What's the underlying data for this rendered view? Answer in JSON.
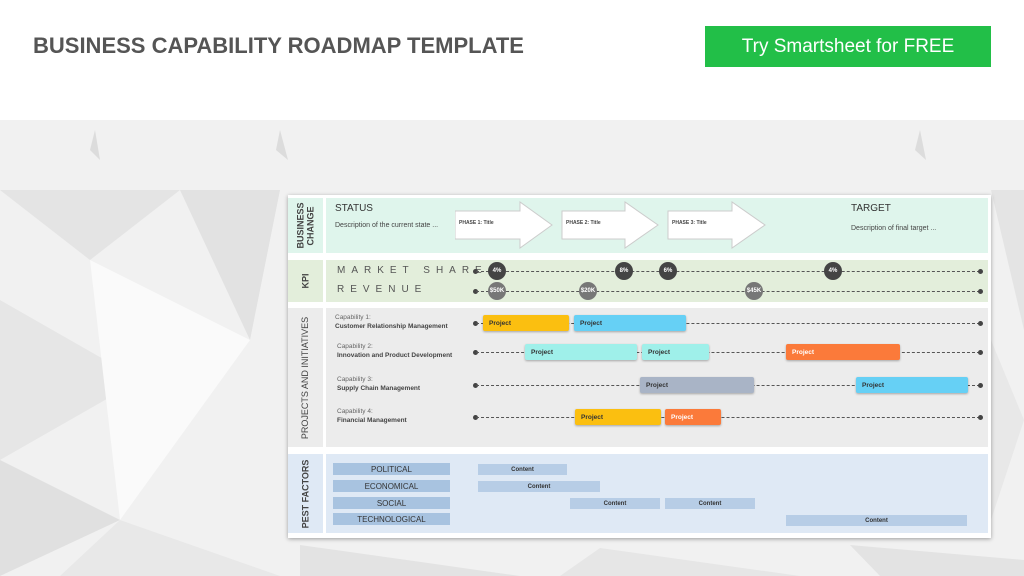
{
  "header": {
    "title": "BUSINESS CAPABILITY ROADMAP TEMPLATE",
    "cta_label": "Try Smartsheet for FREE"
  },
  "colors": {
    "cta": "#22bf48",
    "business_change_bg": "#dff5ec",
    "kpi_bg": "#e3eedb",
    "projects_bg": "#ececec",
    "pest_bg": "#dfe9f5"
  },
  "roadmap": {
    "business_change": {
      "label": "BUSINESS CHANGE",
      "status_title": "STATUS",
      "status_desc": "Description of the current state ...",
      "target_title": "TARGET",
      "target_desc": "Description of final target ...",
      "phases": [
        "PHASE 1: Title",
        "PHASE 2: Title",
        "PHASE 3: Title"
      ]
    },
    "kpi": {
      "label": "KPI",
      "rows": [
        {
          "name": "MARKET SHARE",
          "points": [
            "4%",
            "8%",
            "6%",
            "4%"
          ]
        },
        {
          "name": "REVENUE",
          "points": [
            "$50K",
            "$20K",
            "$45K"
          ]
        }
      ]
    },
    "projects": {
      "label": "PROJECTS AND INITIATIVES",
      "capabilities": [
        {
          "num": "Capability 1:",
          "name": "Customer Relationship Management",
          "projects": [
            {
              "label": "Project",
              "color": "#fbbf10"
            },
            {
              "label": "Project",
              "color": "#66d0f5"
            }
          ]
        },
        {
          "num": "Capability 2:",
          "name": "Innovation and Product Development",
          "projects": [
            {
              "label": "Project",
              "color": "#9ff0ea"
            },
            {
              "label": "Project",
              "color": "#9ff0ea"
            },
            {
              "label": "Project",
              "color": "#fb7a3a"
            }
          ]
        },
        {
          "num": "Capability 3:",
          "name": "Supply Chain Management",
          "projects": [
            {
              "label": "Project",
              "color": "#a9b4c6"
            },
            {
              "label": "Project",
              "color": "#66d0f5"
            }
          ]
        },
        {
          "num": "Capability 4:",
          "name": "Financial Management",
          "projects": [
            {
              "label": "Project",
              "color": "#fbbf10"
            },
            {
              "label": "Project",
              "color": "#fb7a3a"
            }
          ]
        }
      ]
    },
    "pest": {
      "label": "PEST FACTORS",
      "factors": [
        "POLITICAL",
        "ECONOMICAL",
        "SOCIAL",
        "TECHNOLOGICAL"
      ],
      "contents": [
        "Content",
        "Content",
        "Content",
        "Content",
        "Content"
      ]
    }
  }
}
